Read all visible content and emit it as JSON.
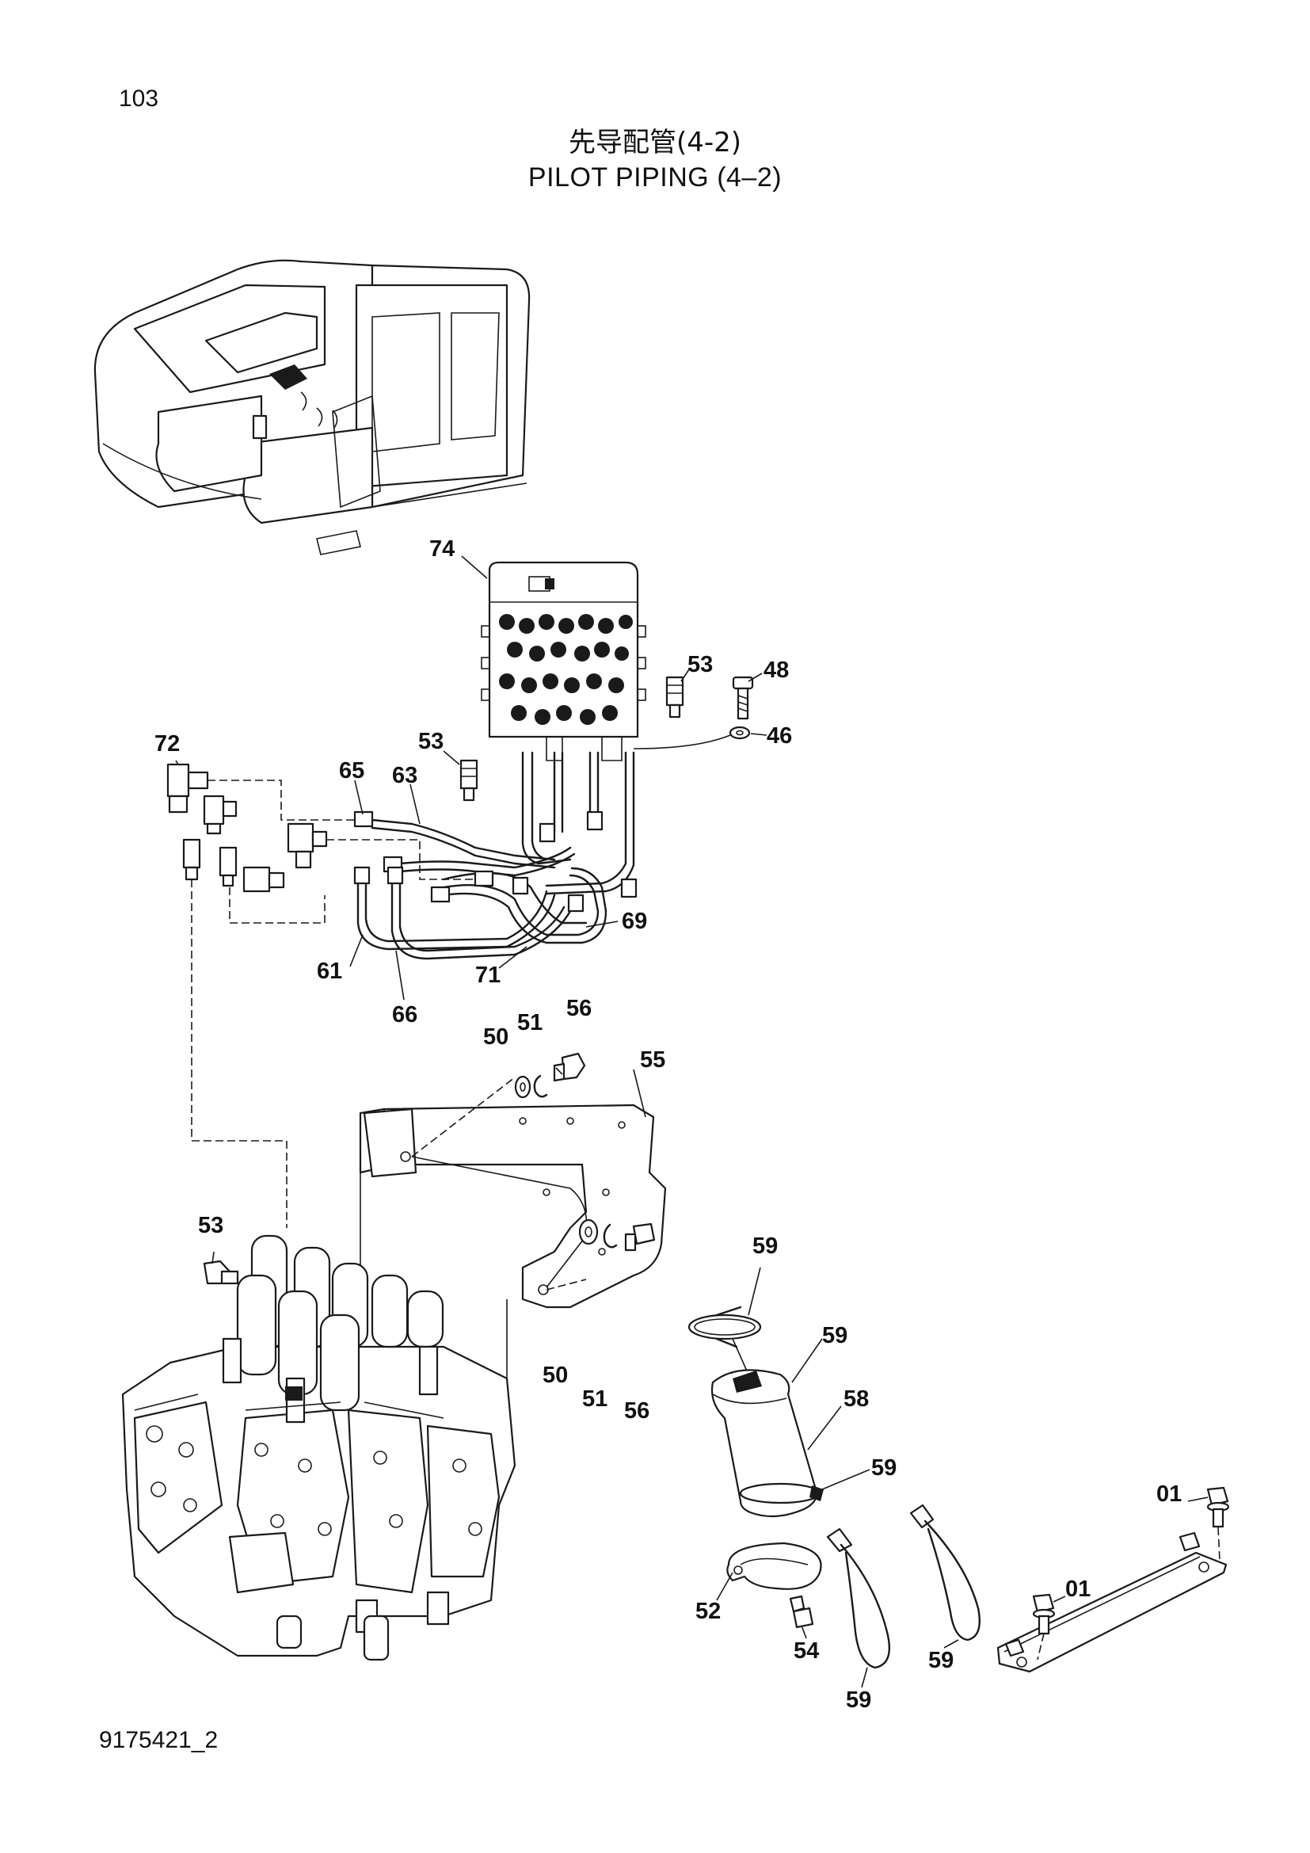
{
  "header": {
    "page_number": "103",
    "title_cn": "先导配管(4-2)",
    "title_en": "PILOT  PIPING (4–2)"
  },
  "footer": {
    "doc_code": "9175421_2"
  },
  "callouts": {
    "c74": "74",
    "c53_top": "53",
    "c48": "48",
    "c46": "46",
    "c72": "72",
    "c53_mid": "53",
    "c65": "65",
    "c63": "63",
    "c69": "69",
    "c61": "61",
    "c71": "71",
    "c66": "66",
    "c50_top": "50",
    "c51_top": "51",
    "c56_top": "56",
    "c55": "55",
    "c53_low": "53",
    "c59_a": "59",
    "c59_b": "59",
    "c58": "58",
    "c59_c": "59",
    "c50_low": "50",
    "c51_low": "51",
    "c56_low": "56",
    "c01_a": "01",
    "c01_b": "01",
    "c52": "52",
    "c54": "54",
    "c59_d": "59",
    "c59_e": "59"
  }
}
